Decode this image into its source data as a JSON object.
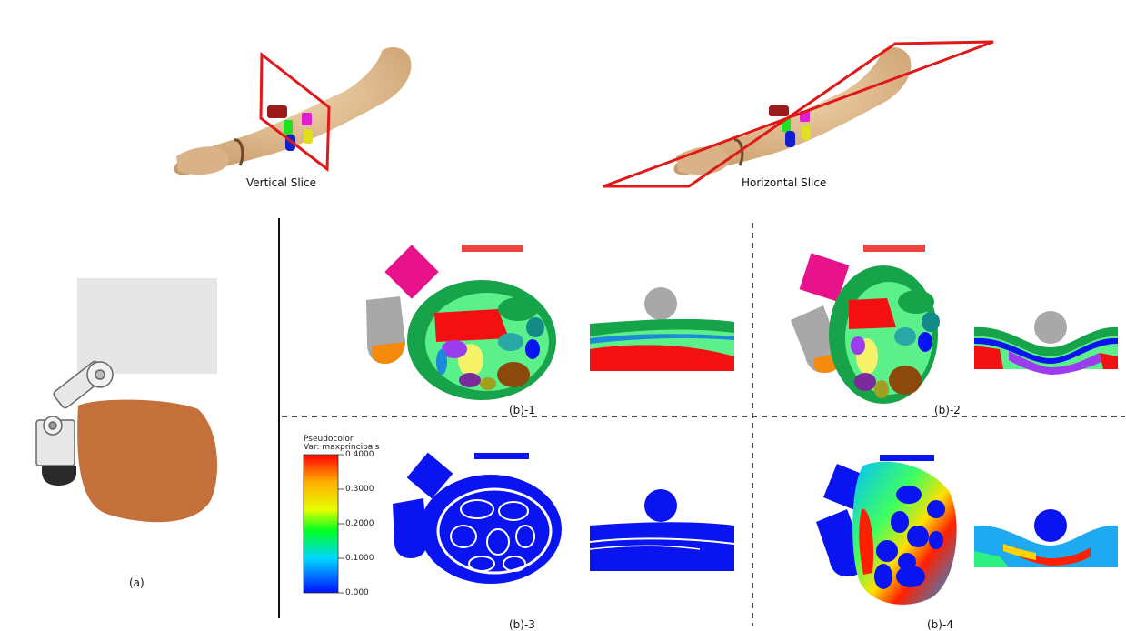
{
  "labels": {
    "vertical_slice": "Vertical Slice",
    "horizontal_slice": "Horizontal Slice",
    "a": "(a)",
    "b1": "(b)-1",
    "b2": "(b)-2",
    "b3": "(b)-3",
    "b4": "(b)-4"
  },
  "colorbar": {
    "title": "Pseudocolor",
    "var": "Var: maxprincipals",
    "ticks": [
      "0.4000",
      "0.3000",
      "0.2000",
      "0.1000",
      "0.000"
    ]
  },
  "colors": {
    "skin": "#e2c096",
    "slice_plane": "#e01818",
    "tissue_green": "#16a34a",
    "muscle_light_green": "#5cf08a",
    "muscle_red": "#f21010",
    "bone_yellow": "#f6f36a",
    "tissue_blue": "#0a14f0",
    "pad_gray": "#a8a8a8",
    "pad_magenta": "#e8138a",
    "pad_orange": "#f58a0c",
    "limb_brown": "#c4703a"
  }
}
